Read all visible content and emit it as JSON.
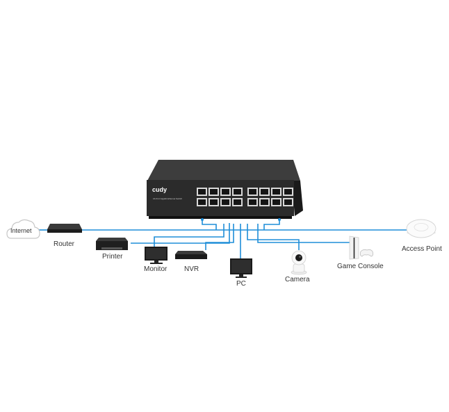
{
  "diagram": {
    "switch": {
      "brand": "cudy",
      "model_line": "16-Port Gigabit Ethernet Switch",
      "port_count": 16
    },
    "devices": {
      "internet": "Internet",
      "router": "Router",
      "printer": "Printer",
      "monitor": "Monitor",
      "nvr": "NVR",
      "pc": "PC",
      "camera": "Camera",
      "game_console": "Game Console",
      "access_point": "Access Point"
    },
    "colors": {
      "link": "#1e8ed8",
      "switch_body": "#2b2b2b",
      "switch_top": "#3d3d3d",
      "device_dark": "#1c1c1c",
      "label": "#333333"
    }
  }
}
